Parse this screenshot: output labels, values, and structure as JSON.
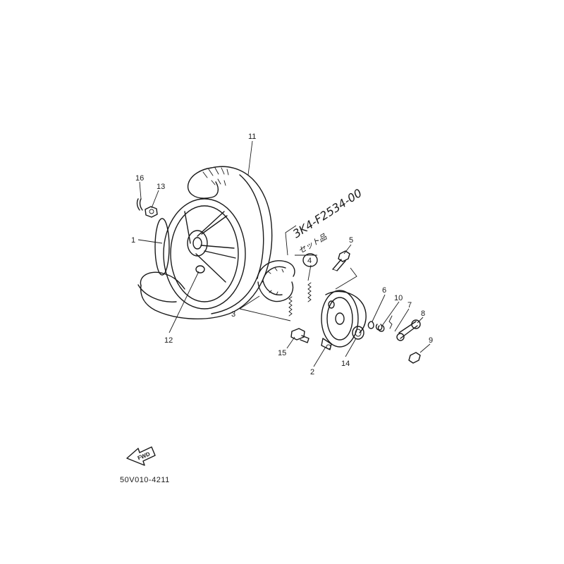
{
  "callouts": {
    "c1": "1",
    "c2": "2",
    "c3": "3",
    "c4": "4",
    "c5": "5",
    "c6": "6",
    "c7": "7",
    "c8": "8",
    "c9": "9",
    "c10": "10",
    "c11": "11",
    "c12": "12",
    "c13": "13",
    "c14": "14",
    "c15": "15",
    "c16": "16"
  },
  "handwritten_part_number": "3K4-F2534-00",
  "handwritten_note": "セット品",
  "fwd_label": "FWD",
  "diagram_code": "50V010-4211"
}
